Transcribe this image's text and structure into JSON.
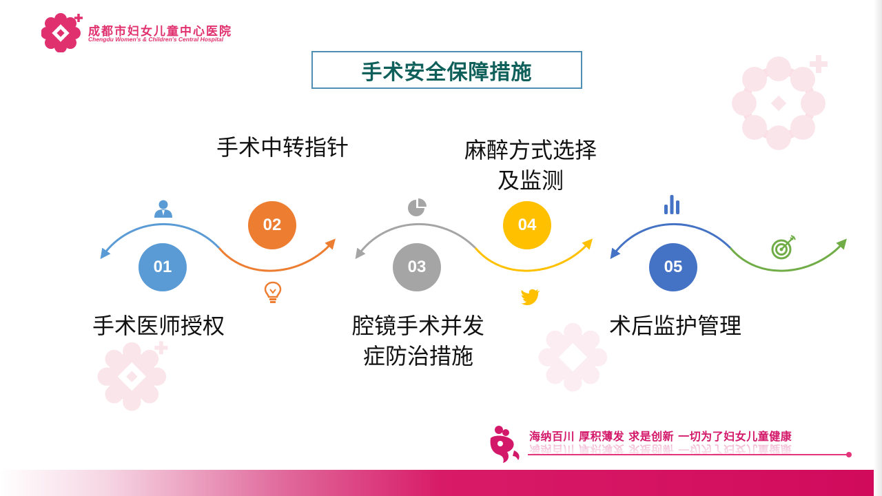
{
  "header": {
    "hospital_name_cn": "成都市妇女儿童中心医院",
    "hospital_name_en": "Chengdu Women's & Children's Central Hospital"
  },
  "title": "手术安全保障措施",
  "steps": [
    {
      "num": "01",
      "label": "手术医师授权",
      "color": "#5b9bd5",
      "icon": "person-icon"
    },
    {
      "num": "02",
      "label": "手术中转指针",
      "color": "#ed7d31",
      "icon": "lightbulb-icon"
    },
    {
      "num": "03",
      "label": "腔镜手术并发\n症防治措施",
      "label_line1": "腔镜手术并发",
      "label_line2": "症防治措施",
      "color": "#a5a5a5",
      "icon": "pie-chart-icon"
    },
    {
      "num": "04",
      "label": "麻醉方式选择\n及监测",
      "label_line1": "麻醉方式选择",
      "label_line2": "及监测",
      "color": "#ffc000",
      "icon": "bird-icon"
    },
    {
      "num": "05",
      "label": "术后监护管理",
      "color": "#4472c4",
      "icon": "bar-chart-icon"
    }
  ],
  "extra_icons": {
    "target": "target-icon",
    "target_color": "#70ad47"
  },
  "footer": {
    "slogan": "海纳百川  厚积薄发  求是创新    一切为了妇女儿童健康"
  },
  "colors": {
    "brand_pink": "#e0306e",
    "title_text": "#0f5f5a",
    "title_border": "#4e8eb2"
  }
}
